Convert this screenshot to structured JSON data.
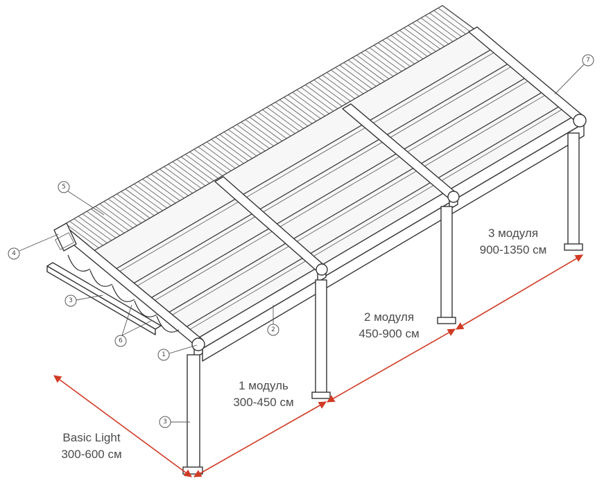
{
  "modules": [
    {
      "name": "Basic Light",
      "range": "300-600 см"
    },
    {
      "name": "1 модуль",
      "range": "300-450 см"
    },
    {
      "name": "2 модуля",
      "range": "450-900 см"
    },
    {
      "name": "3 модуля",
      "range": "900-1350 см"
    }
  ],
  "callouts": [
    "1",
    "2",
    "3",
    "3",
    "4",
    "5",
    "6",
    "7"
  ],
  "colors": {
    "lines": "#3a3a3a",
    "dimension": "#d13a25",
    "text": "#4a4a4a"
  }
}
